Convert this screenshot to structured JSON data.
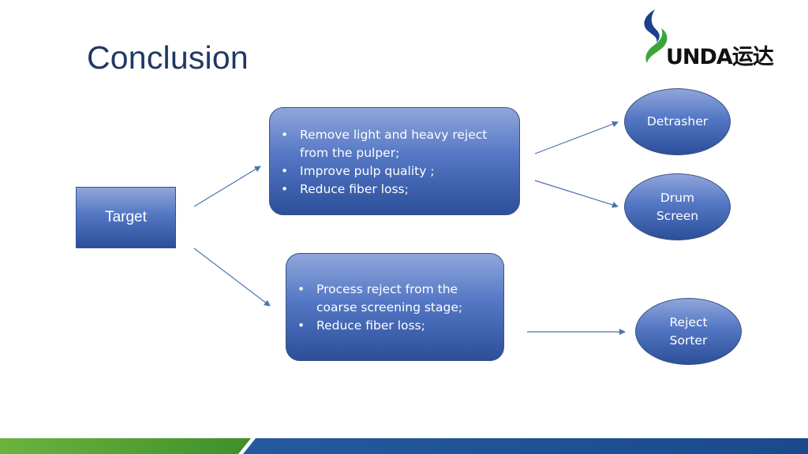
{
  "slide": {
    "title": "Conclusion"
  },
  "logo": {
    "text": "UNDA运达"
  },
  "diagram": {
    "target_label": "Target",
    "box1_bullets": [
      "Remove light and heavy reject from the pulper;",
      "Improve pulp quality ;",
      "Reduce fiber loss;"
    ],
    "box2_bullets": [
      "Process reject from the coarse screening stage;",
      "Reduce fiber loss;"
    ],
    "outcome1_lines": [
      "Detrasher"
    ],
    "outcome2_lines": [
      "Drum",
      "Screen"
    ],
    "outcome3_lines": [
      "Reject",
      "Sorter"
    ]
  },
  "colors": {
    "title": "#1f3864",
    "shape_light": "#8fa6db",
    "shape_dark": "#2c4f9a",
    "arrow": "#4a72b0",
    "footer_green": "#5aa12e",
    "footer_blue": "#1d4f91"
  }
}
